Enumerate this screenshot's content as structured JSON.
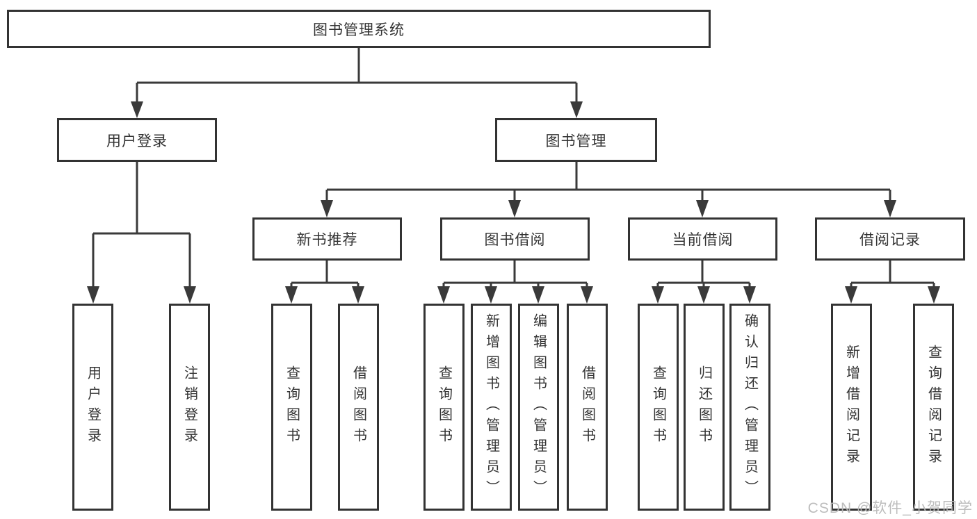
{
  "colors": {
    "background": "#ffffff",
    "line": "#3a3a3a",
    "box_border": "#333333",
    "text": "#333333",
    "watermark": "#b9b9b9"
  },
  "tree": {
    "root": {
      "label": "图书管理系统"
    },
    "branches": [
      {
        "label": "用户登录",
        "children": [
          {
            "label": "用户登录"
          },
          {
            "label": "注销登录"
          }
        ]
      },
      {
        "label": "图书管理",
        "children": [
          {
            "label": "新书推荐",
            "children": [
              {
                "label": "查询图书"
              },
              {
                "label": "借阅图书"
              }
            ]
          },
          {
            "label": "图书借阅",
            "children": [
              {
                "label": "查询图书"
              },
              {
                "label": "新增图书（管理员）"
              },
              {
                "label": "编辑图书（管理员）"
              },
              {
                "label": "借阅图书"
              }
            ]
          },
          {
            "label": "当前借阅",
            "children": [
              {
                "label": "查询图书"
              },
              {
                "label": "归还图书"
              },
              {
                "label": "确认归还（管理员）"
              }
            ]
          },
          {
            "label": "借阅记录",
            "children": [
              {
                "label": "新增借阅记录"
              },
              {
                "label": "查询借阅记录"
              }
            ]
          }
        ]
      }
    ]
  },
  "watermark": {
    "text": "CSDN @软件_小贺同学"
  }
}
